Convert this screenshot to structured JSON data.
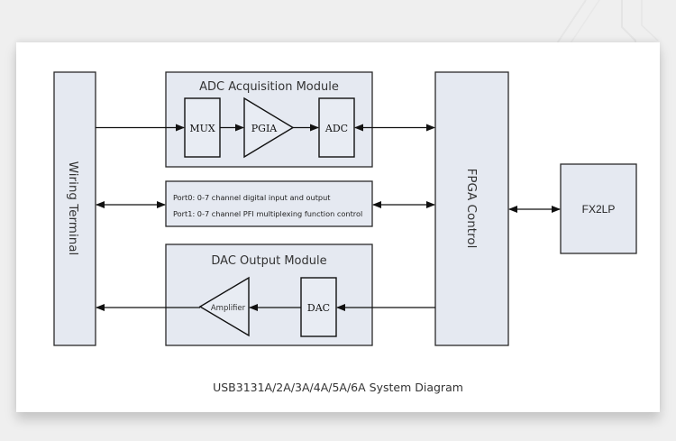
{
  "diagram": {
    "blocks": {
      "wiring_terminal": "Wiring Terminal",
      "adc_module": "ADC Acquisition Module",
      "mux": "MUX",
      "pgia": "PGIA",
      "adc": "ADC",
      "port0": "Port0: 0-7 channel digital input and output",
      "port1": "Port1: 0-7 channel PFI multiplexing function control",
      "dac_module": "DAC Output Module",
      "amplifier": "Amplifier",
      "dac": "DAC",
      "fpga": "FPGA Control",
      "fx2lp": "FX2LP"
    },
    "caption": "USB3131A/2A/3A/4A/5A/6A System Diagram",
    "colors": {
      "block_fill": "#e5e9f1",
      "line": "#111111",
      "card": "#ffffff",
      "background": "#efefef"
    }
  }
}
